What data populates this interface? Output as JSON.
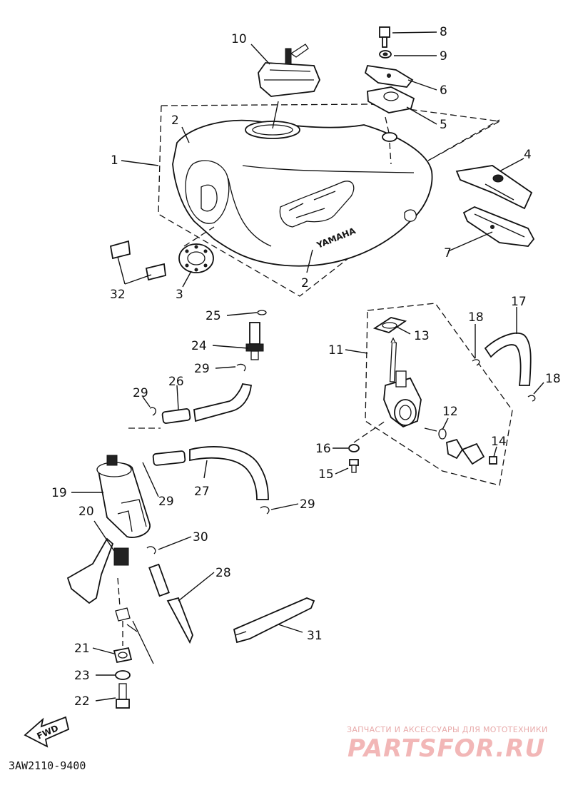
{
  "diagram": {
    "code": "3AW2110-9400",
    "fwd_label": "FWD",
    "watermark": {
      "tagline": "ЗАПЧАСТИ И АКСЕССУАРЫ ДЛЯ МОТОТЕХНИКИ",
      "logo": "PARTSFOR.RU"
    },
    "tank_emblem": "YAMAHA",
    "part_numbers": {
      "p1": "1",
      "p2a": "2",
      "p2b": "2",
      "p3": "3",
      "p4": "4",
      "p5": "5",
      "p6": "6",
      "p7": "7",
      "p8": "8",
      "p9": "9",
      "p10": "10",
      "p11": "11",
      "p12": "12",
      "p13": "13",
      "p14": "14",
      "p15": "15",
      "p16": "16",
      "p17": "17",
      "p18a": "18",
      "p18b": "18",
      "p19": "19",
      "p20": "20",
      "p21": "21",
      "p22": "22",
      "p23": "23",
      "p24": "24",
      "p25": "25",
      "p26": "26",
      "p27": "27",
      "p28": "28",
      "p29a": "29",
      "p29b": "29",
      "p29c": "29",
      "p29d": "29",
      "p30": "30",
      "p31": "31",
      "p32": "32"
    }
  }
}
